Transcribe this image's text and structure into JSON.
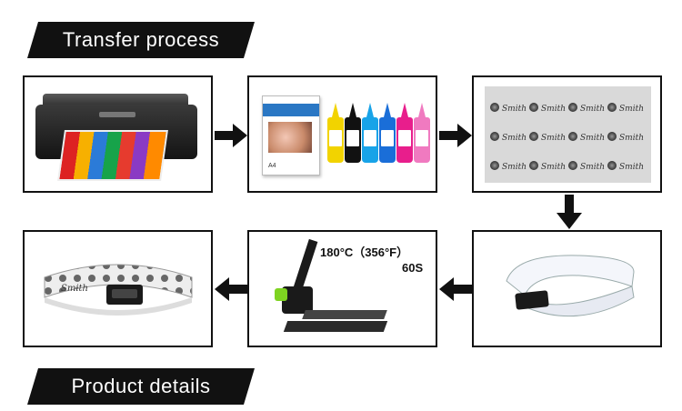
{
  "banners": {
    "top": "Transfer process",
    "bottom": "Product details"
  },
  "panels": {
    "printer": {
      "icon": "printer-icon"
    },
    "supplies": {
      "paper_label": "A4",
      "icon": "ink-bottles-icon"
    },
    "transfer_sheet": {
      "pattern_text": "Smith",
      "rows": 3,
      "icon": "printed-sheet-icon"
    },
    "heat_press": {
      "temperature": "180°C（356°F）",
      "time": "60S",
      "icon": "heat-press-icon"
    },
    "blank_belt": {
      "icon": "blank-belt-icon"
    },
    "printed_belt": {
      "pattern_text": "Smith",
      "icon": "printed-belt-icon"
    }
  },
  "colors": {
    "banner": "#111111",
    "border": "#111111",
    "arrow": "#111111",
    "ink": [
      "#f2d300",
      "#111111",
      "#18a3e8",
      "#1a6ed8",
      "#e81e8c",
      "#f07ac0"
    ]
  }
}
